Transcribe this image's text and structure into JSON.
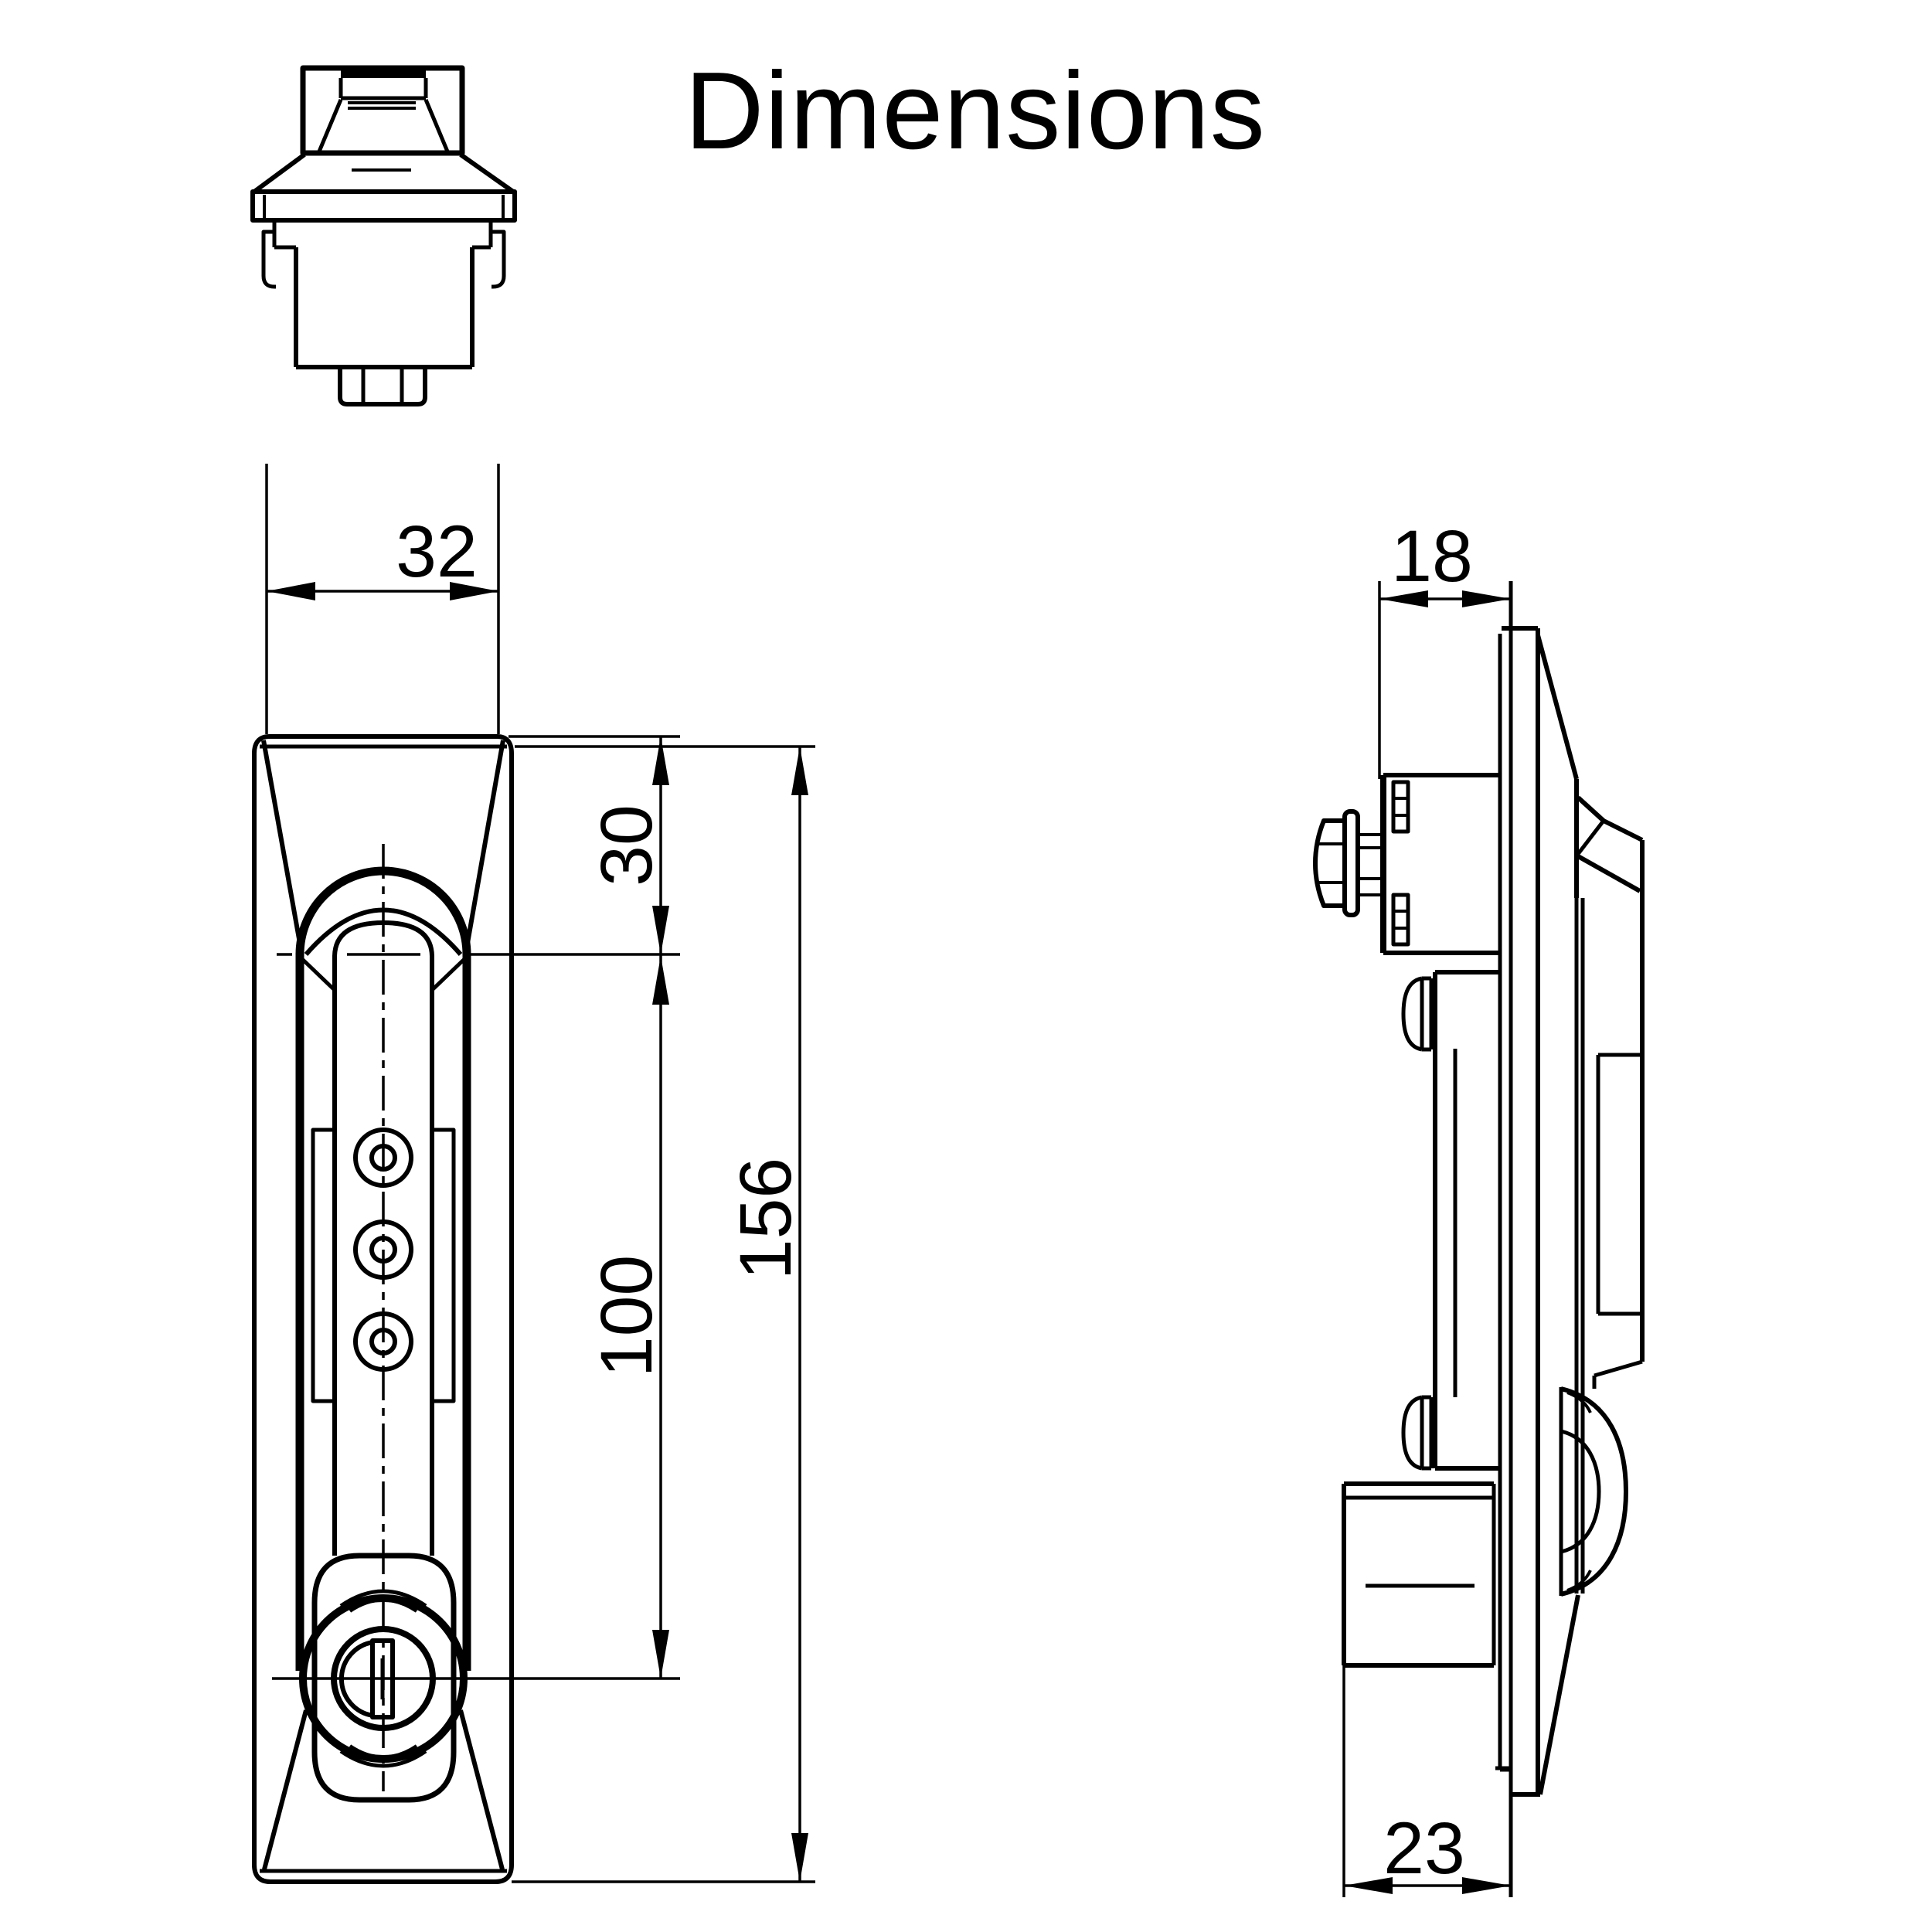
{
  "title": "Dimensions",
  "dims": {
    "width": "32",
    "top_to_pivot": "30",
    "pivot_to_keyhole": "100",
    "total_height": "156",
    "mounting_depth": "18",
    "case_depth": "23"
  }
}
